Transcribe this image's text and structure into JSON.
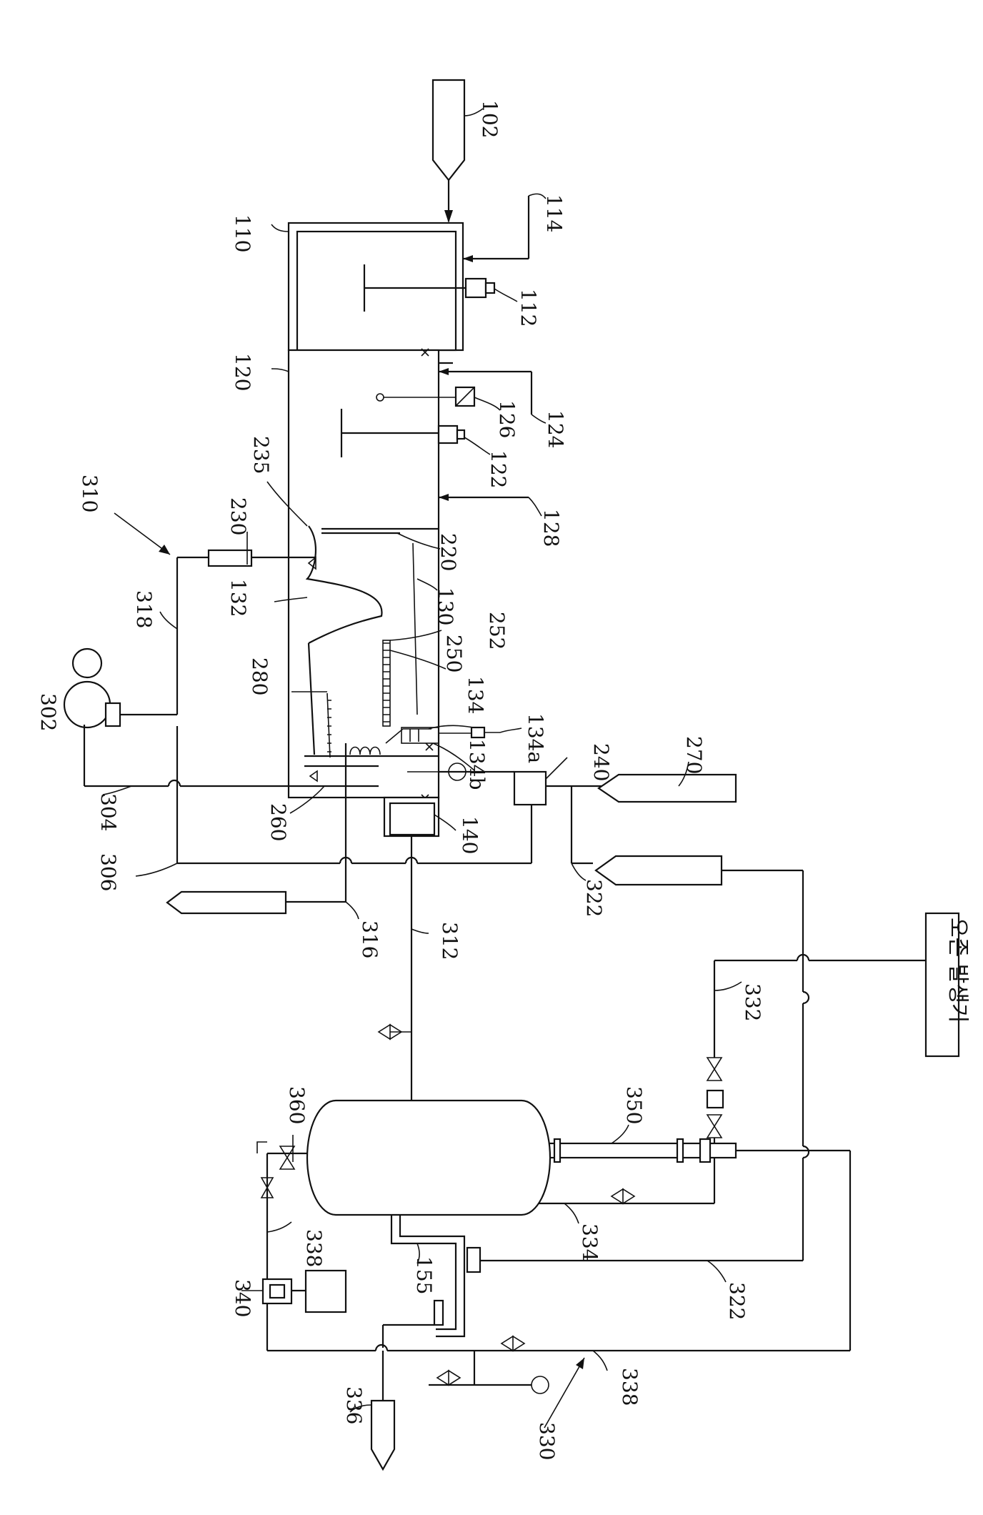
{
  "labels": {
    "ozone_generator": "오존 발생기",
    "r102": "102",
    "r110": "110",
    "r112": "112",
    "r114": "114",
    "r120": "120",
    "r122": "122",
    "r124": "124",
    "r126": "126",
    "r128": "128",
    "r130": "130",
    "r132": "132",
    "r134": "134",
    "r134a": "134a",
    "r134b": "134b",
    "r140": "140",
    "r155": "155",
    "r220": "220",
    "r230": "230",
    "r235": "235",
    "r240": "240",
    "r250": "250",
    "r252": "252",
    "r260": "260",
    "r270": "270",
    "r280": "280",
    "r302": "302",
    "r304": "304",
    "r306": "306",
    "r310": "310",
    "r312": "312",
    "r316": "316",
    "r318": "318",
    "r322": "322",
    "r330": "330",
    "r332": "332",
    "r334": "334",
    "r336": "336",
    "r338": "338",
    "r340": "340",
    "r350": "350",
    "r360": "360"
  },
  "colors": {
    "line": "#111111",
    "background": "#ffffff"
  }
}
